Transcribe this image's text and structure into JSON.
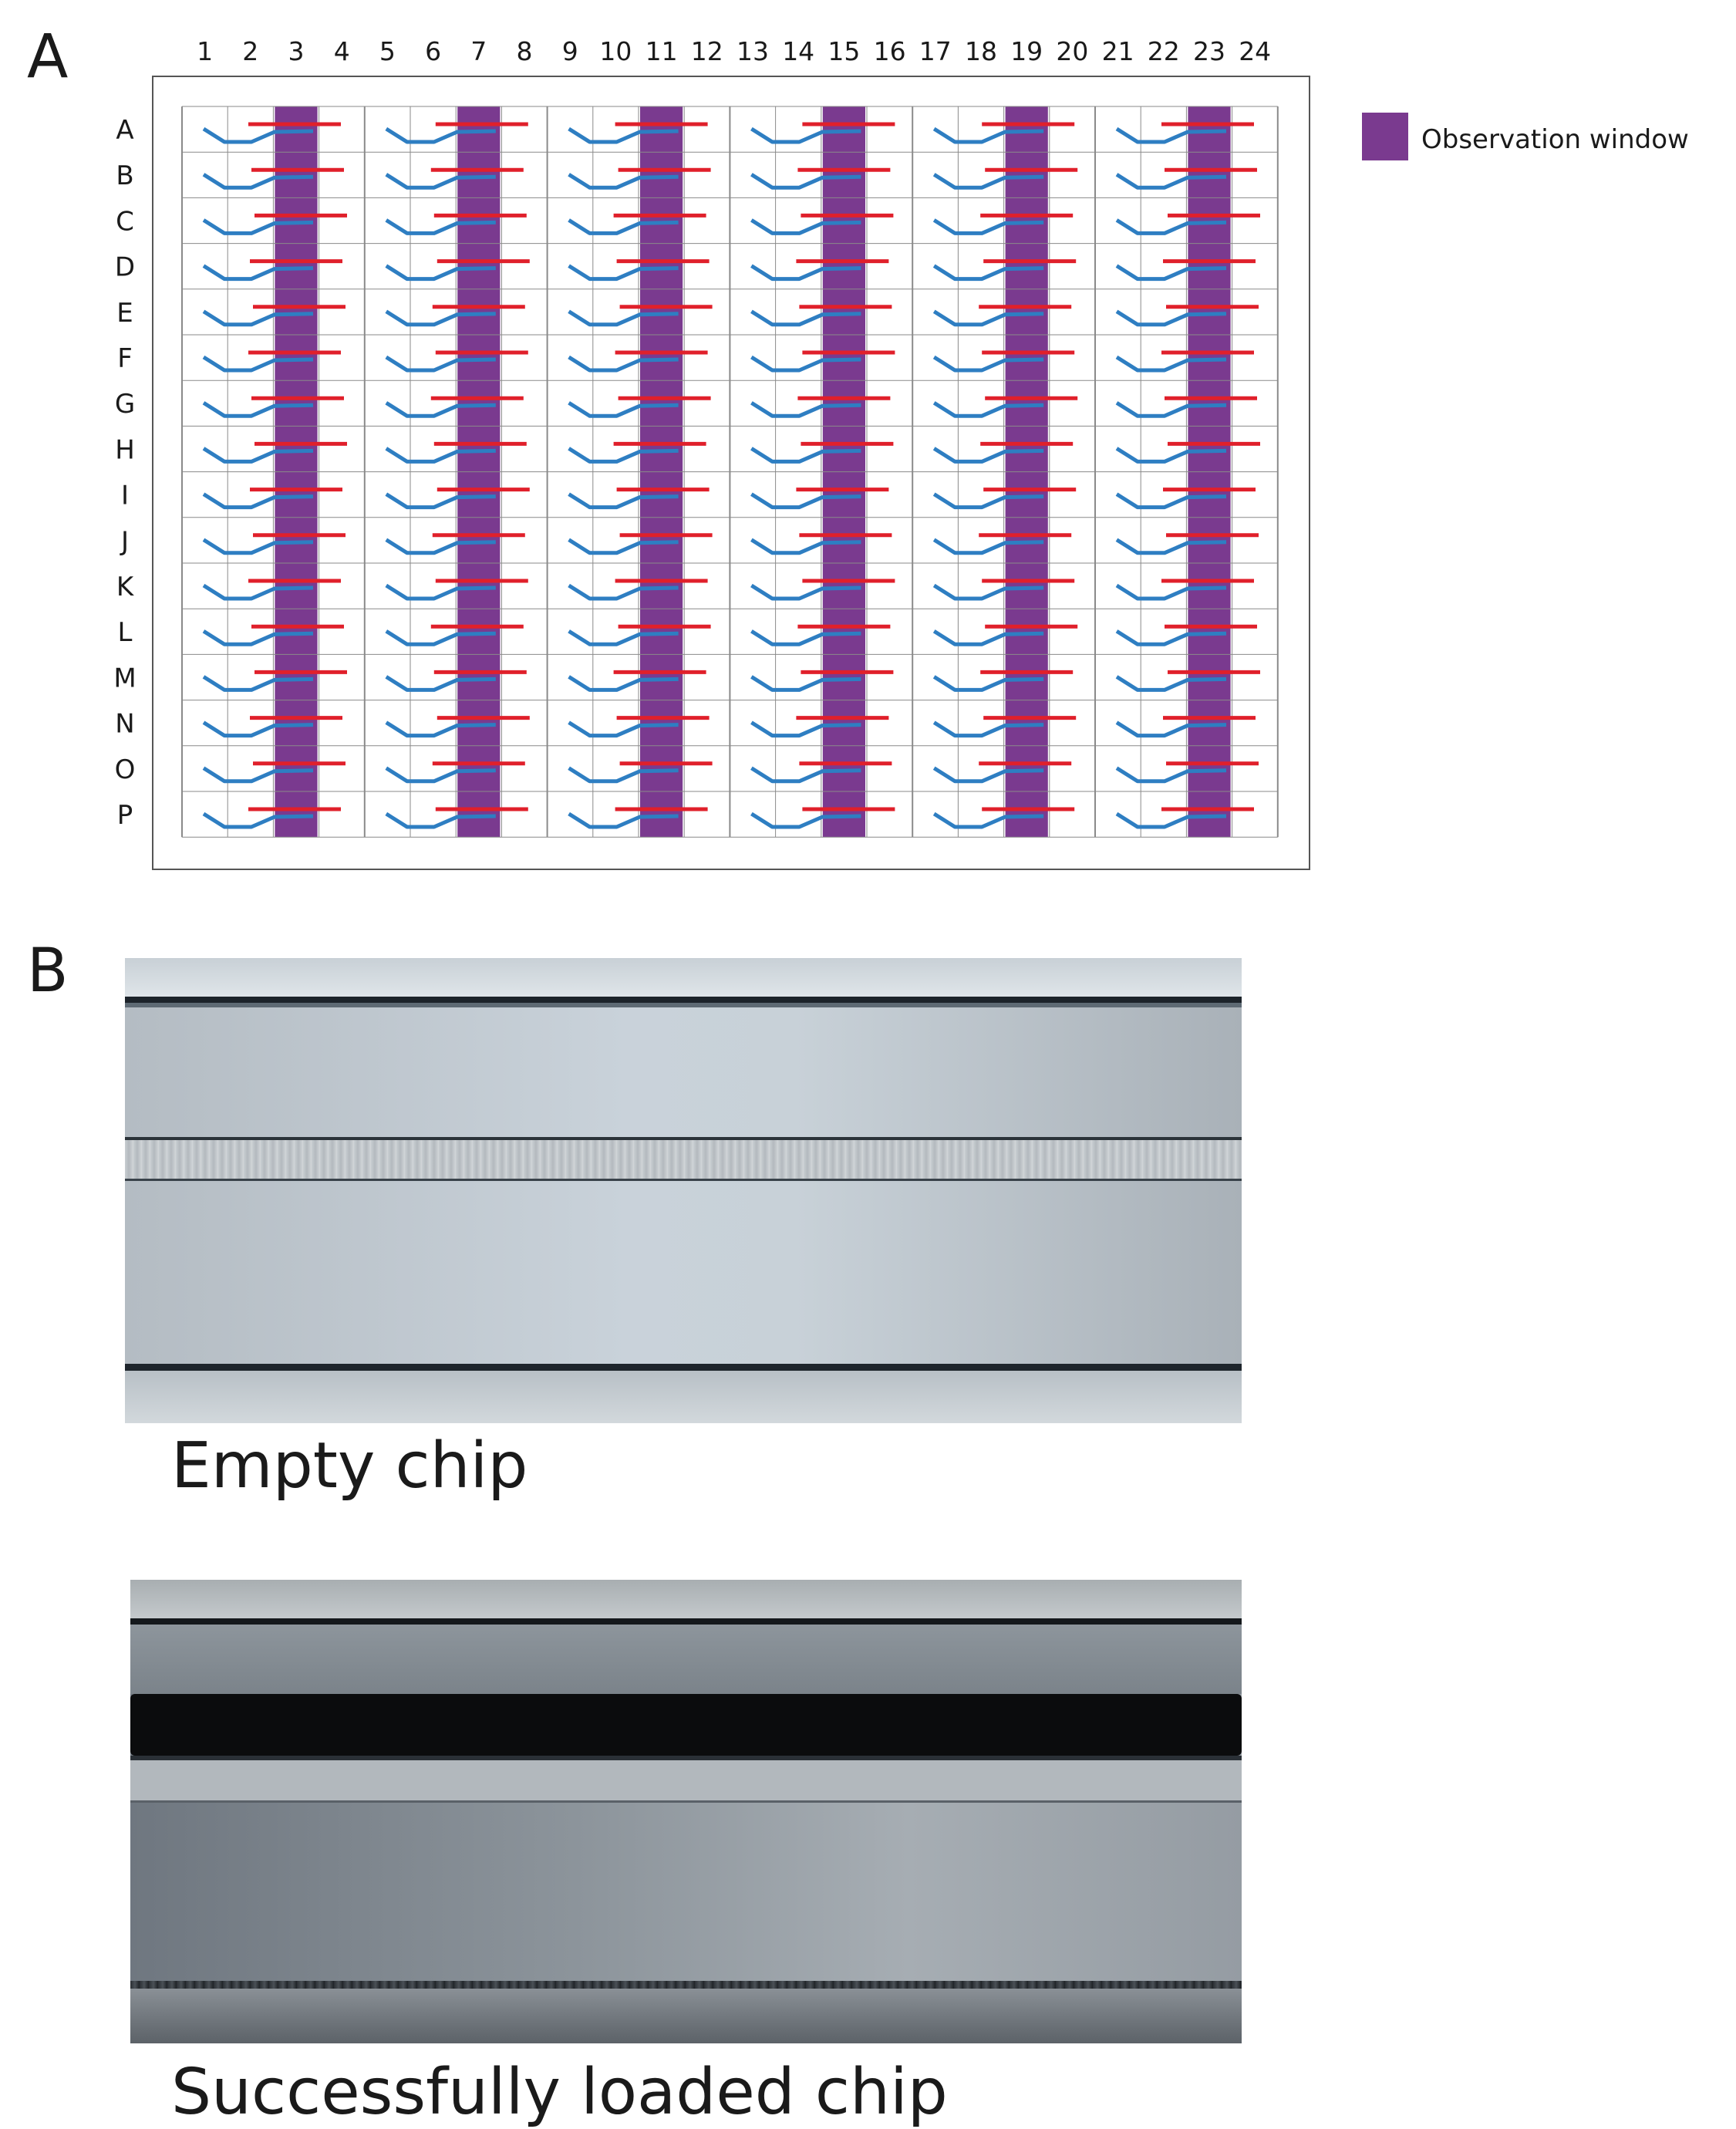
{
  "panel_a": {
    "letter": "A",
    "column_labels": [
      "1",
      "2",
      "3",
      "4",
      "5",
      "6",
      "7",
      "8",
      "9",
      "10",
      "11",
      "12",
      "13",
      "14",
      "15",
      "16",
      "17",
      "18",
      "19",
      "20",
      "21",
      "22",
      "23",
      "24"
    ],
    "row_labels": [
      "A",
      "B",
      "C",
      "D",
      "E",
      "F",
      "G",
      "H",
      "I",
      "J",
      "K",
      "L",
      "M",
      "N",
      "O",
      "P"
    ],
    "legend": {
      "label": "Observation window",
      "color": "#7a3a8f"
    },
    "colors": {
      "channel": "#2e7ec2",
      "marker": "#e0202b",
      "grid": "#8a8a8a"
    }
  },
  "panel_b": {
    "letter": "B",
    "empty_caption": "Empty chip",
    "loaded_caption": "Successfully loaded chip"
  }
}
